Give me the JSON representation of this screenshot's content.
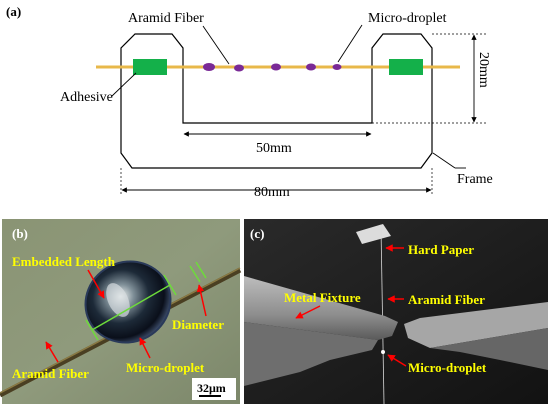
{
  "panel_a": {
    "label": "(a)",
    "fiber_label": "Aramid Fiber",
    "droplet_label": "Micro-droplet",
    "adhesive_label": "Adhesive",
    "frame_label": "Frame",
    "dim_inner": "50mm",
    "dim_outer": "80mm",
    "dim_height": "20mm",
    "colors": {
      "fiber": "#e8b84a",
      "adhesive": "#14b04a",
      "droplet": "#7a2a96",
      "line": "#000000"
    }
  },
  "panel_b": {
    "label": "(b)",
    "embedded_length": "Embedded Length",
    "diameter": "Diameter",
    "aramid_fiber": "Aramid Fiber",
    "micro_droplet": "Micro-droplet",
    "scale_bar": "32μm",
    "colors": {
      "text": "#ffff00",
      "arrow": "#ff0000",
      "measure": "#6ddc3a"
    }
  },
  "panel_c": {
    "label": "(c)",
    "hard_paper": "Hard Paper",
    "metal_fixture": "Metal Fixture",
    "aramid_fiber": "Aramid Fiber",
    "micro_droplet": "Micro-droplet",
    "colors": {
      "text": "#ffff00",
      "arrow": "#ff0000"
    }
  }
}
